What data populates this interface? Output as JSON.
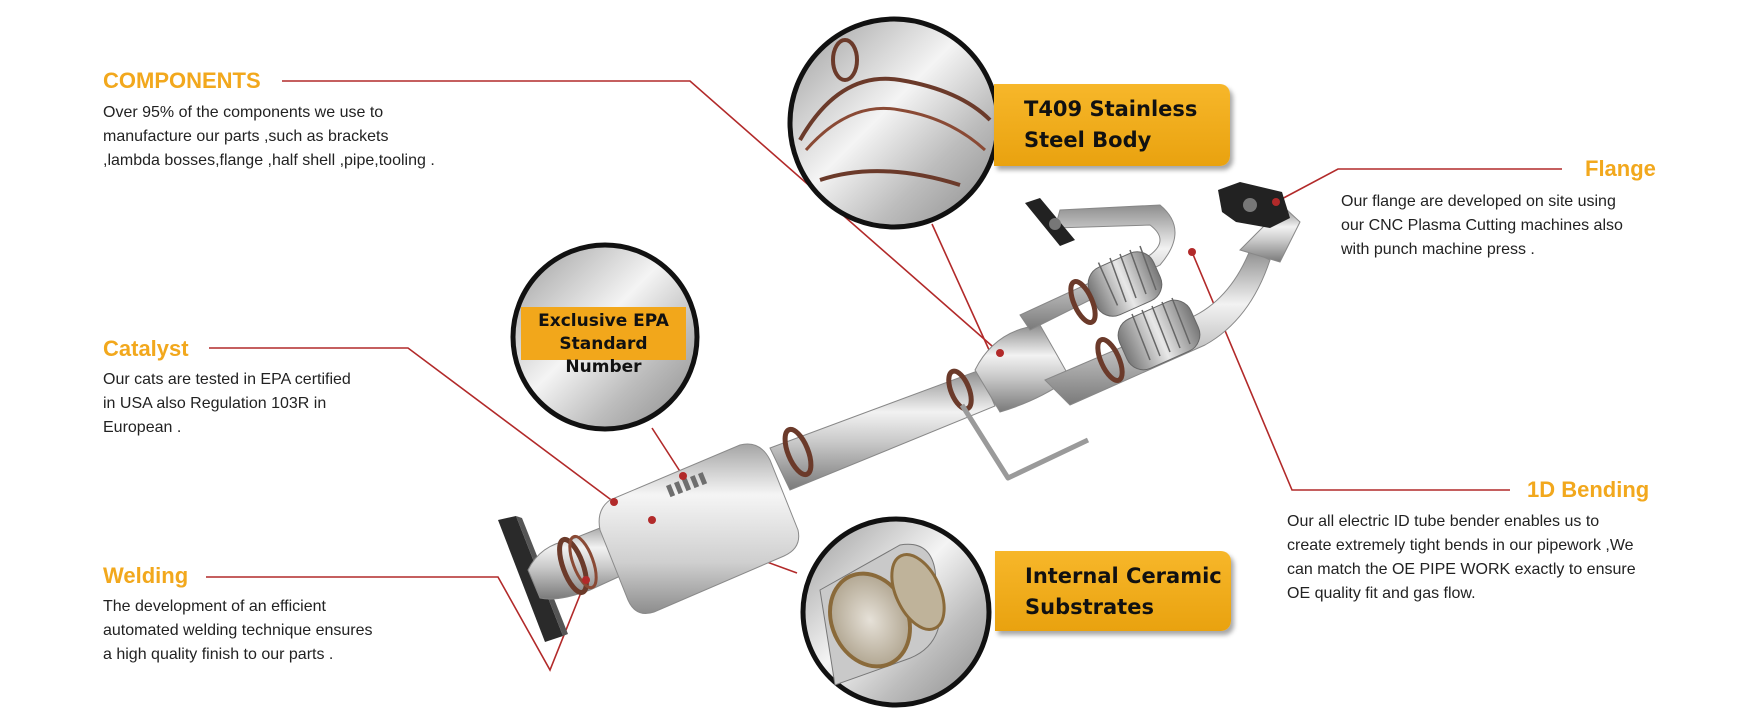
{
  "components": {
    "title": "COMPONENTS",
    "lines": [
      "Over 95% of the components we use to",
      "manufacture our parts ,such as brackets",
      ",lambda bosses,flange ,half shell ,pipe,tooling ."
    ]
  },
  "catalyst": {
    "title": "Catalyst",
    "lines": [
      "Our cats are tested in EPA certified",
      "in USA also Regulation 103R in",
      "European ."
    ]
  },
  "welding": {
    "title": "Welding",
    "lines": [
      "The development of an efficient",
      "automated welding technique ensures",
      "a high quality finish to our parts ."
    ]
  },
  "flange": {
    "title": "Flange",
    "lines": [
      "Our flange are developed on site using",
      "our CNC Plasma Cutting machines also",
      "with punch machine press ."
    ]
  },
  "bending": {
    "title": "1D Bending",
    "lines": [
      "Our all electric ID tube bender enables us to",
      "create extremely tight bends in our pipework ,We",
      "can match the OE PIPE WORK exactly to ensure",
      "OE quality fit and gas flow."
    ]
  },
  "banners": {
    "steel": [
      "T409 Stainless",
      "Steel Body"
    ],
    "ceramic": [
      "Internal Ceramic",
      "Substrates"
    ]
  },
  "epa_badge": [
    "Exclusive EPA",
    "Standard Number"
  ],
  "colors": {
    "accent": "#f2a81d",
    "leader_line": "#b22a2a",
    "text": "#222222"
  }
}
